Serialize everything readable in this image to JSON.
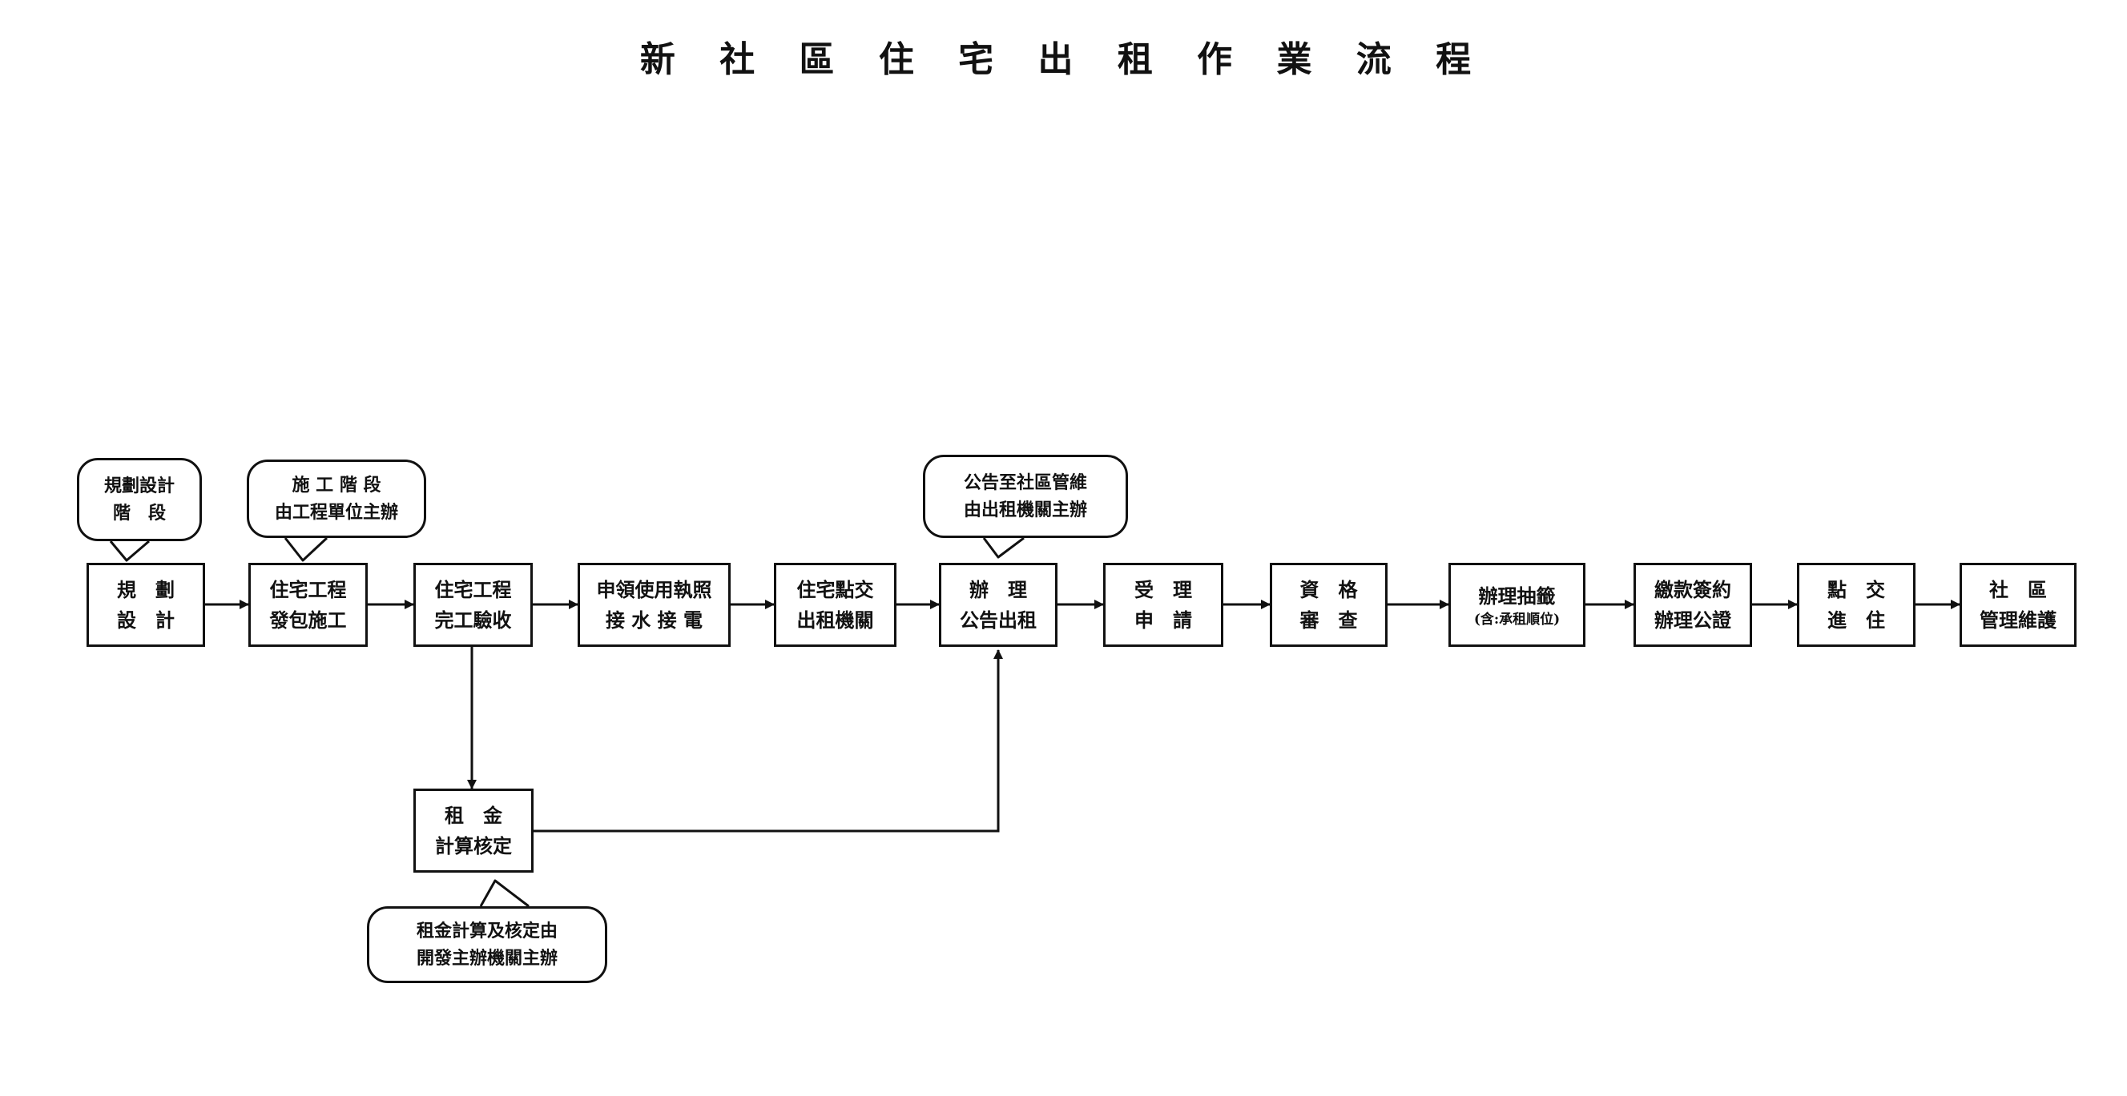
{
  "title": "新 社 區 住 宅 出 租 作 業 流 程",
  "steps": [
    {
      "line1": "規　劃",
      "line2": "設　計"
    },
    {
      "line1": "住宅工程",
      "line2": "發包施工"
    },
    {
      "line1": "住宅工程",
      "line2": "完工驗收"
    },
    {
      "line1": "申領使用執照",
      "line2": "接 水 接 電"
    },
    {
      "line1": "住宅點交",
      "line2": "出租機關"
    },
    {
      "line1": "辦　理",
      "line2": "公告出租"
    },
    {
      "line1": "受　理",
      "line2": "申　請"
    },
    {
      "line1": "資　格",
      "line2": "審　查"
    },
    {
      "line1": "辦理抽籤",
      "line2": "(含:承租順位)"
    },
    {
      "line1": "繳款簽約",
      "line2": "辦理公證"
    },
    {
      "line1": "點　交",
      "line2": "進　住"
    },
    {
      "line1": "社　區",
      "line2": "管理維護"
    }
  ],
  "rent_box": {
    "line1": "租　金",
    "line2": "計算核定"
  },
  "callouts": {
    "design": {
      "line1": "規劃設計",
      "line2": "階　段"
    },
    "construction": {
      "line1": "施 工 階 段",
      "line2": "由工程單位主辦"
    },
    "announce": {
      "line1": "公告至社區管維",
      "line2": "由出租機關主辦"
    },
    "rent": {
      "line1": "租金計算及核定由",
      "line2": "開發主辦機關主辦"
    }
  }
}
